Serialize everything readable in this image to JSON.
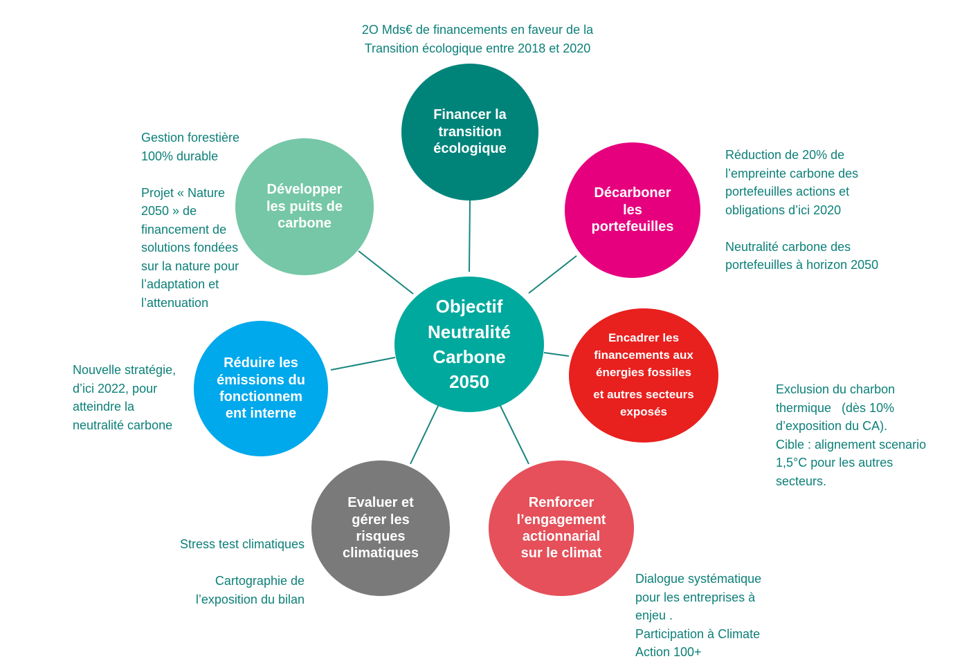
{
  "colors": {
    "center": "#00a99d",
    "financer": "#00847a",
    "decarboner": "#e6007e",
    "encadrer": "#e8201e",
    "renforcer": "#e5505a",
    "evaluer": "#7a7a7a",
    "reduire": "#00a8ec",
    "developper": "#75c7a7",
    "annotation_text": "#0c7f78",
    "connector": "#17857d"
  },
  "center": {
    "lines": [
      "Objectif",
      "Neutralité",
      "Carbone",
      "2050"
    ]
  },
  "nodes": {
    "financer": {
      "lines": [
        "Financer la",
        "transition",
        "écologique"
      ],
      "note": [
        "2O Mds€ de financements en faveur de la",
        "Transition écologique entre 2018 et 2020"
      ]
    },
    "decarboner": {
      "lines": [
        "Décarboner",
        "les",
        "portefeuilles"
      ],
      "note_a": [
        "Réduction de 20% de",
        "l’empreinte carbone des",
        "portefeuilles actions et",
        "obligations d’ici 2020"
      ],
      "note_b": [
        "Neutralité carbone des",
        "portefeuilles à horizon 2050"
      ]
    },
    "encadrer": {
      "lines_a": [
        "Encadrer les",
        "financements aux",
        "énergies fossiles"
      ],
      "lines_b": [
        "et autres secteurs",
        "exposés"
      ],
      "note": [
        "Exclusion du charbon",
        "thermique   (dès 10%",
        "d’exposition du CA).",
        "Cible : alignement scenario",
        "1,5°C pour les autres",
        "secteurs."
      ]
    },
    "renforcer": {
      "lines": [
        "Renforcer",
        "l’engagement",
        "actionnarial",
        "sur le climat"
      ],
      "note": [
        "Dialogue systématique",
        "pour les entreprises à",
        "enjeu .",
        "Participation à Climate",
        "Action 100+"
      ]
    },
    "evaluer": {
      "lines": [
        "Evaluer et",
        "gérer les",
        "risques",
        "climatiques"
      ],
      "note_a": [
        "Stress test climatiques"
      ],
      "note_b": [
        "Cartographie de",
        "l’exposition du bilan"
      ]
    },
    "reduire": {
      "lines": [
        "Réduire les",
        "émissions du",
        "fonctionnem",
        "ent interne"
      ],
      "note": [
        "Nouvelle stratégie,",
        "d’ici 2022, pour",
        "atteindre la",
        "neutralité carbone"
      ]
    },
    "developper": {
      "lines": [
        "Développer",
        "les puits de",
        "carbone"
      ],
      "note_a": [
        "Gestion forestière",
        "100% durable"
      ],
      "note_b": [
        "Projet « Nature",
        "2050 » de",
        "financement de",
        "solutions fondées",
        "sur la nature pour",
        "l’adaptation et",
        "l’attenuation"
      ]
    }
  }
}
